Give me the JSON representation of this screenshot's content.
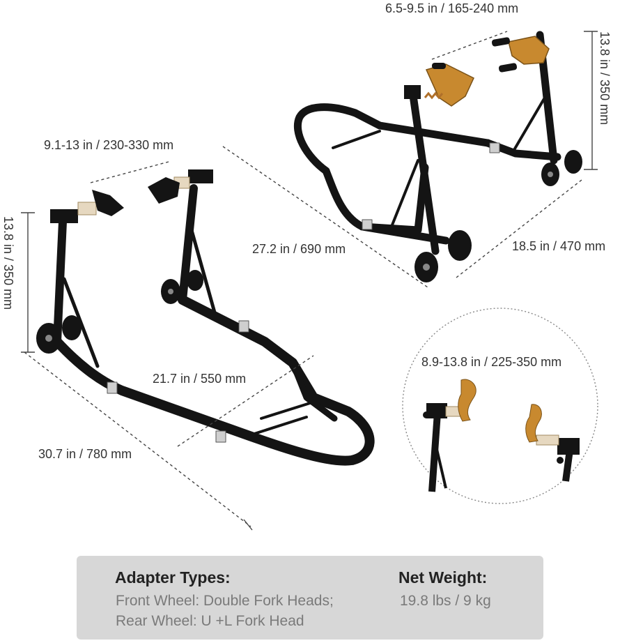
{
  "dimensions": {
    "front_fork_spacing": "6.5-9.5 in / 165-240 mm",
    "front_height": "13.8 in / 350 mm",
    "front_length": "27.2 in / 690 mm",
    "front_width": "18.5 in / 470 mm",
    "rear_pad_spacing": "9.1-13 in / 230-330 mm",
    "rear_height": "13.8 in / 350 mm",
    "rear_width": "21.7 in / 550 mm",
    "rear_length": "30.7 in / 780 mm",
    "adapter_spacing": "8.9-13.8 in / 225-350 mm"
  },
  "info_panel": {
    "adapter_heading": "Adapter Types:",
    "adapter_line1": "Front Wheel: Double Fork Heads;",
    "adapter_line2": "Rear Wheel: U +L Fork Head",
    "weight_heading": "Net Weight:",
    "weight_value": "19.8 lbs / 9 kg"
  },
  "colors": {
    "frame": "#141414",
    "adapter_brass": "#c8892f",
    "adapter_silver": "#e6d8c0",
    "panel_bg": "#d7d7d7"
  }
}
